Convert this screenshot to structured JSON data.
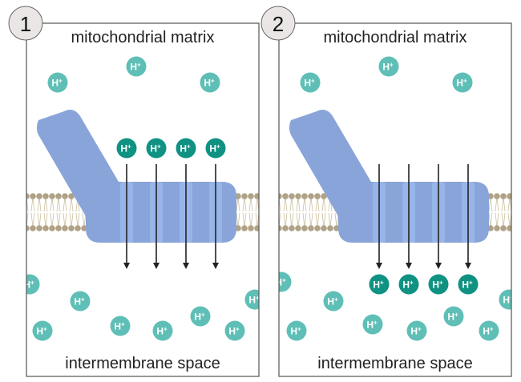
{
  "panels": [
    {
      "number": "1",
      "top_label": "mitochondrial matrix",
      "bottom_label": "intermembrane space",
      "proton_label": "H+",
      "state": "protons before transport"
    },
    {
      "number": "2",
      "top_label": "mitochondrial matrix",
      "bottom_label": "intermembrane space",
      "proton_label": "H+",
      "state": "protons after transport"
    }
  ],
  "colors": {
    "proton_light": "#5fbfb6",
    "proton_dark": "#0f9282",
    "protein": "#89a4d8",
    "protein_channel": "#98b5ea",
    "membrane_head": "#b0a285",
    "badge": "#ebe6e6"
  }
}
